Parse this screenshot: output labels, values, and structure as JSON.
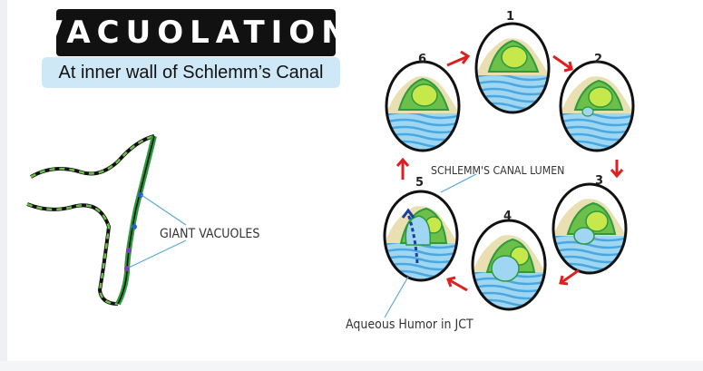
{
  "title": "VACUOLATION",
  "subtitle": "At inner wall of Schlemm’s Canal",
  "labels": {
    "giant_vacuoles": "GIANT VACUOLES",
    "lumen": "SCHLEMM'S CANAL LUMEN",
    "aqueous": "Aqueous Humor in JCT"
  },
  "stages": [
    "1",
    "2",
    "3",
    "4",
    "5",
    "6"
  ],
  "colors": {
    "title_bg": "#111111",
    "subtitle_bg": "#cfe8f7",
    "arrow": "#e02020",
    "cell_green": "#6cc04a",
    "nucleus": "#c6e84a",
    "membrane": "#2e9a3e",
    "water": "#4aa8e0",
    "beige": "#e9dfb0",
    "vessel_dark": "#111111"
  }
}
